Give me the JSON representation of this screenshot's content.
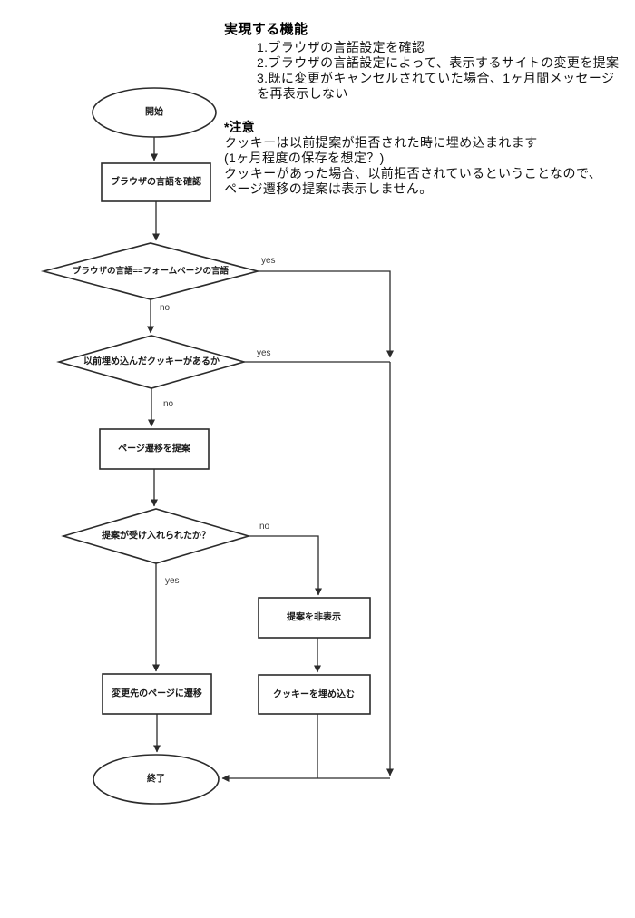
{
  "header": {
    "title": "実現する機能",
    "features": [
      "1.ブラウザの言語設定を確認",
      "2.ブラウザの言語設定によって、表示するサイトの変更を提案",
      "3.既に変更がキャンセルされていた場合、1ヶ月間メッセージ",
      "を再表示しない"
    ]
  },
  "note": {
    "title": "*注意",
    "lines": [
      "クッキーは以前提案が拒否された時に埋め込まれます",
      "(1ヶ月程度の保存を想定？)",
      "クッキーがあった場合、以前拒否されているということなので、",
      "ページ遷移の提案は表示しません。"
    ]
  },
  "flowchart": {
    "nodes": {
      "start": "開始",
      "check_language": "ブラウザの言語を確認",
      "decision_language": "ブラウザの言語==フォームページの言語",
      "decision_cookie": "以前埋め込んだクッキーがあるか",
      "propose_transition": "ページ遷移を提案",
      "decision_accepted": "提案が受け入れられたか？",
      "hide_proposal": "提案を非表示",
      "embed_cookie": "クッキーを埋め込む",
      "navigate": "変更先のページに遷移",
      "end": "終了"
    },
    "edge_labels": {
      "language_yes": "yes",
      "language_no": "no",
      "cookie_yes": "yes",
      "cookie_no": "no",
      "accepted_no": "no",
      "accepted_yes": "yes"
    },
    "colors": {
      "line": "#2b2b2b",
      "shape_fill": "#ffffff",
      "text": "#1a1a1a"
    }
  }
}
